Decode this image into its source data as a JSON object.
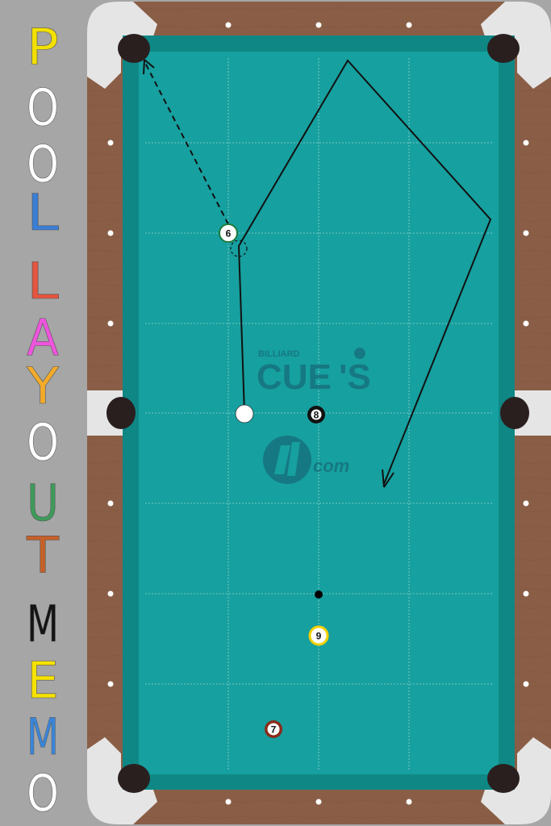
{
  "app": {
    "vertical_title": [
      "P",
      "O",
      "O",
      "L",
      "L",
      "A",
      "Y",
      "O",
      "U",
      "T",
      "M",
      "E",
      "M",
      "O"
    ],
    "title_colors": [
      "#f2e000",
      "#ffffff",
      "#ffffff",
      "#3a7fd6",
      "#e5553d",
      "#ee55dd",
      "#f4ab2a",
      "#ffffff",
      "#3f9a5a",
      "#c5612a",
      "#141414",
      "#f6e200",
      "#3a85d8",
      "#ffffff"
    ]
  },
  "table": {
    "felt_color": "#16a09f",
    "rail_color": "#8a5e46",
    "corner_color": "#e5e5e5",
    "pocket_color": "#2a1f1f"
  },
  "watermark": {
    "top_small": "BILLIARD",
    "main": "CUE",
    "apostrophe_s": "'S",
    "sub": "com",
    "color": "#16727d"
  },
  "balls": {
    "cue": {
      "name": "cue ball",
      "color": "#ffffff"
    },
    "six": {
      "label": "6",
      "color": "#1f7a3c"
    },
    "eight": {
      "label": "8",
      "color": "#111111"
    },
    "nine": {
      "label": "9",
      "color": "#f4d000"
    },
    "seven": {
      "label": "7",
      "color": "#8a2b1a"
    }
  },
  "icons": [
    "shot-path-line",
    "aim-path-dashed",
    "ghost-ball-icon",
    "arrowhead-icon",
    "spot-marker"
  ]
}
